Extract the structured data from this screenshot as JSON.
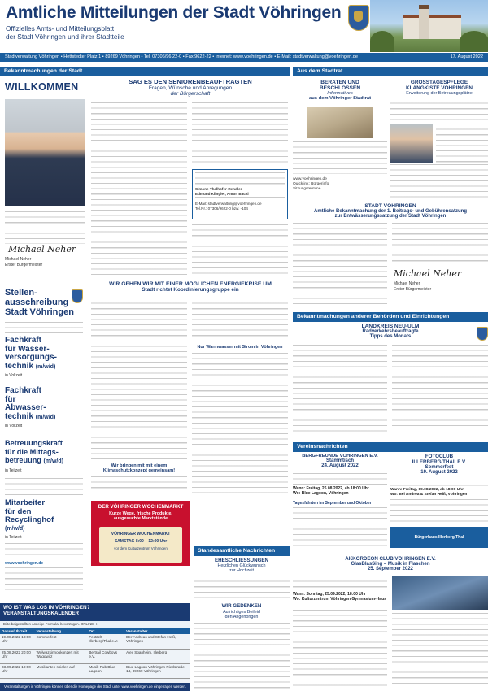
{
  "masthead": {
    "title": "Amtliche Mitteilungen der Stadt Vöhringen",
    "subtitle1": "Offizielles Amts- und Mitteilungsblatt",
    "subtitle2": "der Stadt Vöhringen und ihrer Stadtteile",
    "contact": "Stadtverwaltung Vöhringen • Hettstedter Platz 1 • 89269 Vöhringen • Tel. 07306/96 22-0 • Fax 9622-22 • Internet: www.voehringen.de • E-Mail: stadtverwaltung@voehringen.de",
    "date": "17. August 2022"
  },
  "sections": {
    "bekanntmachungen": "Bekanntmachungen der Stadt",
    "aus_dem_stadtrat": "Aus dem Stadtrat",
    "vereinsnachrichten": "Vereinsnachrichten",
    "standesamt": "Standesamtliche Nachrichten",
    "bekanntmachungen_behoerden": "Bekanntmachungen anderer Behörden und Einrichtungen"
  },
  "willkommen": {
    "title": "WILLKOMMEN",
    "signature": "Michael Neher",
    "signer_name": "Michael Neher",
    "signer_role": "Erster Bürgermeister"
  },
  "seniorenbeauftragter": {
    "title": "SAG ES DEN SENIORENBEAUFTRAGTEN",
    "subtitle1": "Fragen, Wünsche und Anregungen",
    "subtitle2": "der Bürgerschaft",
    "contact_names": [
      "Simone Thalhofer-Rendler",
      "Edmund Klingler, Anton Bäckl"
    ],
    "email_label": "E-Mail:",
    "email": "stadtverwaltung@voehringen.de",
    "tel_label": "Tel.Nr.:",
    "tel": "07306/9622-0 bzw. -104"
  },
  "stellenausschreibung": {
    "title1": "Stellen-",
    "title2": "ausschreibung",
    "title3": "Stadt Vöhringen",
    "job1_line1": "Fachkraft",
    "job1_line2": "für Wasser-",
    "job1_line3": "versorgungs-",
    "job1_line4": "technik",
    "job1_mw": "(m/w/d)",
    "job1_place": "in Vollzeit",
    "job2_line1": "Fachkraft",
    "job2_line2": "für",
    "job2_line3": "Abwasser-",
    "job2_line4": "technik",
    "job2_mw": "(m/w/d)",
    "job2_place": "in Vollzeit",
    "job3_line1": "Betreuungskraft",
    "job3_line2": "für die Mittags-",
    "job3_line3": "betreuung",
    "job3_mw": "(m/w/d)",
    "job3_place": "in Teilzeit",
    "job4_line1": "Mitarbeiter",
    "job4_line2": "für den",
    "job4_line3": "Recyclinghof",
    "job4_mw": "(m/w/d)",
    "job4_place": "in Teilzeit",
    "website": "www.voehringen.de"
  },
  "energiesituation": {
    "title": "WIR GEHEN WIR MIT EINER MÖGLICHEN ENERGIEKRISE UM",
    "subtitle": "Stadt richtet Koordinierungsgruppe ein",
    "box_heading": "Nur Warmwasser mit Strom in Vöhringen",
    "slogan1": "Wir bringen mit mit einem",
    "slogan2": "Klimaschutzkonzept gemeinsam!"
  },
  "wochenmarkt": {
    "title": "DER VÖHRINGER WOCHENMARKT",
    "subtitle1": "Kurze Wege, frische Produkte,",
    "subtitle2": "ausgesuchte Marktstände",
    "day1": "VÖHRINGER WOCHENMARKT",
    "day2": "SAMSTAG 8:00 – 12:00 Uhr",
    "day3": "vor dem Kulturzentrum Vöhringen"
  },
  "wo_ist_was_los": {
    "title": "WO IST WAS LOS IN VÖHRINGEN?",
    "subtitle": "VERANSTALTUNGSKALENDER",
    "note": "Bitte beigestellten Anzeige-Formular bevorzugen. ONLINE ➔",
    "headers": [
      "Datum/Uhrzeit",
      "Veranstaltung",
      "Ort",
      "Veranstalter"
    ],
    "rows": [
      [
        "19.08.2022 18:00 Uhr",
        "Sommerfest",
        "Festzelt Illerberg/Thal e.V.",
        "Der Andreas und Stefan Heiß, Vöhringen"
      ],
      [
        "25.08.2022 20:00 Uhr",
        "Wolwazsinnookonzert mit Waggwitz",
        "Bertrail Cowboys e.V.",
        "Alex Spanheim, Illerberg"
      ],
      [
        "03.09.2022 19:00 Uhr",
        "Musikanten spielen auf",
        "Musik-Pub Blue Lagoon",
        "Blue Lagoon Vöhringen Riedstraße 14, 89269 Vöhringen"
      ]
    ],
    "footer": "Veranstaltungen in Vöhringen können über die Homepage der Stadt unter www.voehringen.de eingetragen werden."
  },
  "ehescliessungen": {
    "title": "EHESCHLIESSUNGEN",
    "subtitle1": "Herzlichen Glückwunsch",
    "subtitle2": "zur Hochzeit"
  },
  "gedenken": {
    "title": "WIR GEDENKEN",
    "subtitle1": "Aufrichtiges Beileid",
    "subtitle2": "den Angehörigen"
  },
  "beratungen": {
    "title1": "BERATEN UND",
    "title2": "BESCHLOSSEN",
    "subtitle1": "Informatives",
    "subtitle2": "aus dem Vöhringer Stadtrat",
    "link1": "www.voehringen.de",
    "link2": "Quicklink: Bürgerinfo",
    "link3": "Sitzungstermine"
  },
  "glasfaser": {
    "title1": "GROSSTAGESPFLEGE",
    "title2": "KLANGKISTE VÖHRINGEN",
    "subtitle": "Erweiterung der Betreuungsplätze"
  },
  "beitragssatzung": {
    "title1": "STADT VÖHRINGEN",
    "title2": "Amtliche Bekanntmachung der 1. Beitrags- und Gebührensatzung",
    "title3": "zur Entwässerungssatzung der Stadt Vöhringen",
    "signature": "Michael Neher",
    "signer_name": "Michael Neher",
    "signer_role": "Erster Bürgermeister"
  },
  "landkreis": {
    "title1": "LANDKREIS NEU-ULM",
    "title2": "Radverkehrsbeauftragte",
    "title3": "Tipps des Monats"
  },
  "illerberg": {
    "title1": "BERGFREUNDE VÖHRINGEN E.V.",
    "title2": "Stammtisch",
    "title3": "24. August 2022",
    "when_label": "Wann:",
    "when": "Freitag, 26.08.2022, ab 18:00 Uhr",
    "where_label": "Wo:",
    "where": "Blue Lagoon, Vöhringen",
    "events_title": "Tagesfahrten im September und Oktober"
  },
  "fotoclub": {
    "title1": "FOTOCLUB",
    "title2": "ILLERBERG/THAL E.V.",
    "title3": "Sommerfest",
    "title4": "19. August 2022",
    "when_label": "Wann:",
    "when": "Freitag, 19.08.2022, ab 18:00 Uhr",
    "where_label": "Wo:",
    "where": "Bei Andrea & Stefan Heiß, Vöhringen",
    "banner": "Bürgerhaus Illerberg/Thal"
  },
  "akkordeon": {
    "title1": "AKKORDEON CLUB VÖHRINGEN E.V.",
    "title2": "GlasBlasSing – Musik in Flaschen",
    "title3": "25. September 2022",
    "when_label": "Wann:",
    "when": "Sonntag, 25.09.2022, 18:00 Uhr",
    "where_label": "Wo:",
    "where": "Kulturzentrum Vöhringen Gymnasium-Haus"
  },
  "colors": {
    "primary_blue": "#1a5e9e",
    "dark_blue": "#1a3a72",
    "red": "#c8102e"
  }
}
